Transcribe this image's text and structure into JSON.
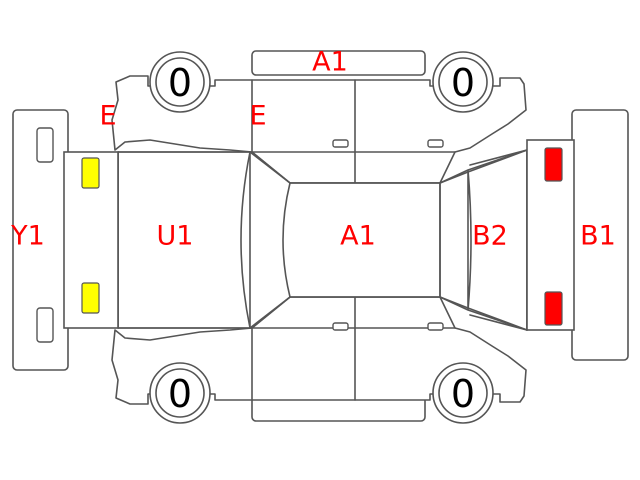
{
  "colors": {
    "outline": "#555555",
    "code_text": "#ff0000",
    "front_lamp": "#ffff00",
    "rear_lamp": "#ff0000",
    "tread_text": "#000000"
  },
  "tires": {
    "front_left": "0",
    "rear_left": "0",
    "front_right": "0",
    "rear_right": "0"
  },
  "codes": {
    "roof_top_edge": "A1",
    "front_fender_upper": "E",
    "front_door_upper": "E",
    "front_bumper": "Y1",
    "hood": "U1",
    "roof": "A1",
    "rear_glass": "B2",
    "rear_bumper": "B1"
  },
  "lamps": [
    {
      "position": "front-upper",
      "color": "yellow"
    },
    {
      "position": "front-lower",
      "color": "yellow"
    },
    {
      "position": "rear-upper",
      "color": "red"
    },
    {
      "position": "rear-lower",
      "color": "red"
    }
  ]
}
